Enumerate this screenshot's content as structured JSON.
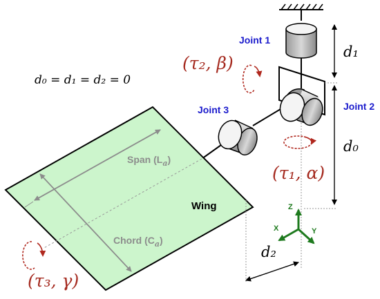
{
  "labels": {
    "joint1": "Joint 1",
    "joint2": "Joint 2",
    "joint3": "Joint 3",
    "wing": "Wing",
    "span": "Span (L",
    "span_sub": "a",
    "chord": "Chord (C",
    "chord_sub": "a",
    "close_paren": ")"
  },
  "equation": "d₀ = d₁ = d₂ =  0",
  "torques": {
    "t2": "(τ₂, β)",
    "t1": "(τ₁, α)",
    "t3": "(τ₃, γ)"
  },
  "distances": {
    "d1": "d₁",
    "d0": "d₀",
    "d2": "d₂"
  },
  "axes": {
    "x": "X",
    "y": "Y",
    "z": "Z"
  },
  "colors": {
    "wing_fill": "#ccf5cc",
    "joint_label": "#1a1acc",
    "torque": "#a52a1f",
    "axes": "#1e7a1e",
    "gray_label": "#8c8c8c"
  }
}
